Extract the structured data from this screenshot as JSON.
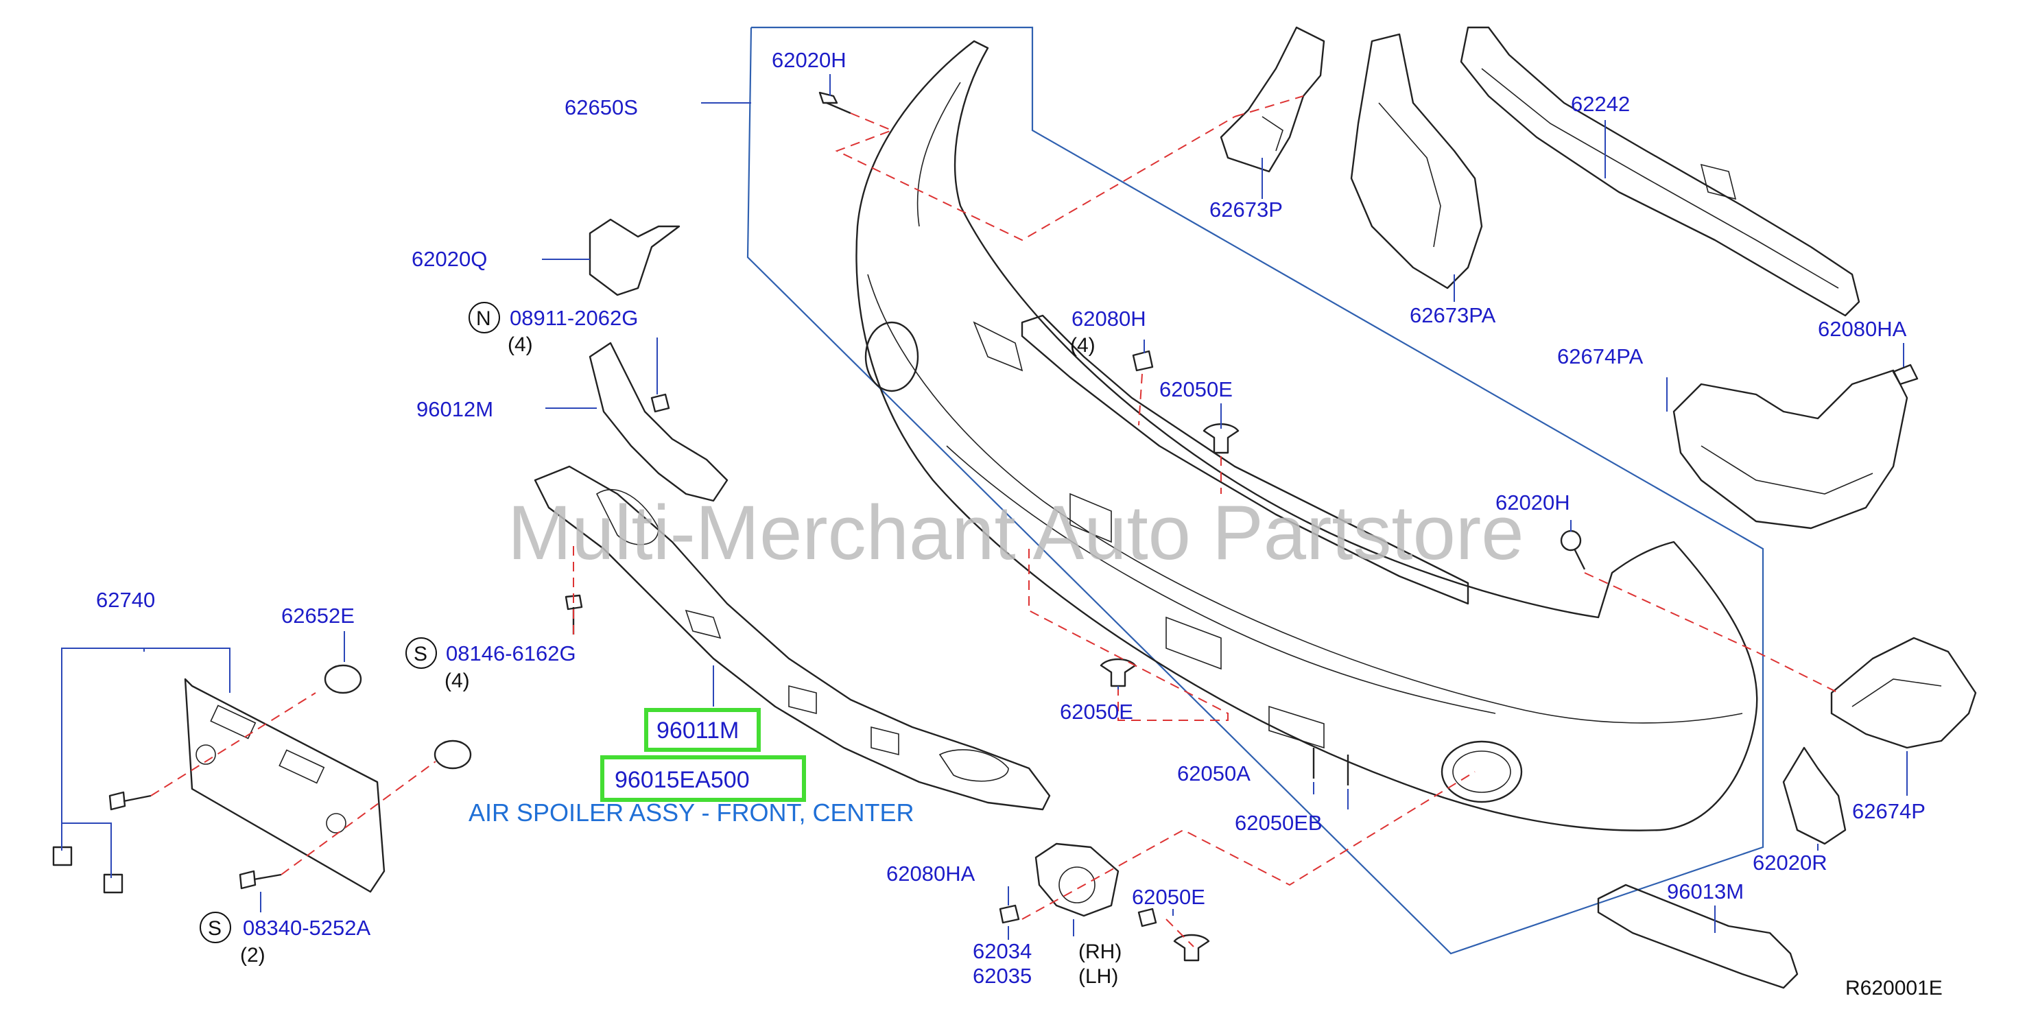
{
  "watermark": "Multi-Merchant Auto Partstore",
  "reference_code": "R620001E",
  "caption": "AIR SPOILER ASSY - FRONT, CENTER",
  "highlight_color": "#44dd33",
  "label_color": "#1c1cc8",
  "callouts": {
    "c62650S": "62650S",
    "c62020H_top": "62020H",
    "c62673P": "62673P",
    "c62242": "62242",
    "c62673PA": "62673PA",
    "c62020Q": "62020Q",
    "c08911": "08911-2062G",
    "c96012M": "96012M",
    "c62080H": "62080H",
    "c62050E_mid": "62050E",
    "c62674PA": "62674PA",
    "c62080HA_right": "62080HA",
    "c62020H_mid": "62020H",
    "c62740": "62740",
    "c62652E": "62652E",
    "c08146": "08146-6162G",
    "c96011M": "96011M",
    "c96015EA500": "96015EA500",
    "c62050E_low": "62050E",
    "c62050A": "62050A",
    "c62050EB": "62050EB",
    "c62674P": "62674P",
    "c62020R": "62020R",
    "c62080HA_low": "62080HA",
    "c62050E_bottom": "62050E",
    "c62034": "62034",
    "c62035": "62035",
    "c08340": "08340-5252A",
    "c96013M": "96013M"
  },
  "quantities": {
    "q08911": "(4)",
    "q62080H": "(4)",
    "q08146": "(4)",
    "q08340": "(2)"
  },
  "side_labels": {
    "rh": "(RH)",
    "lh": "(LH)"
  },
  "symbols": {
    "n": "N",
    "s1": "S",
    "s2": "S"
  }
}
